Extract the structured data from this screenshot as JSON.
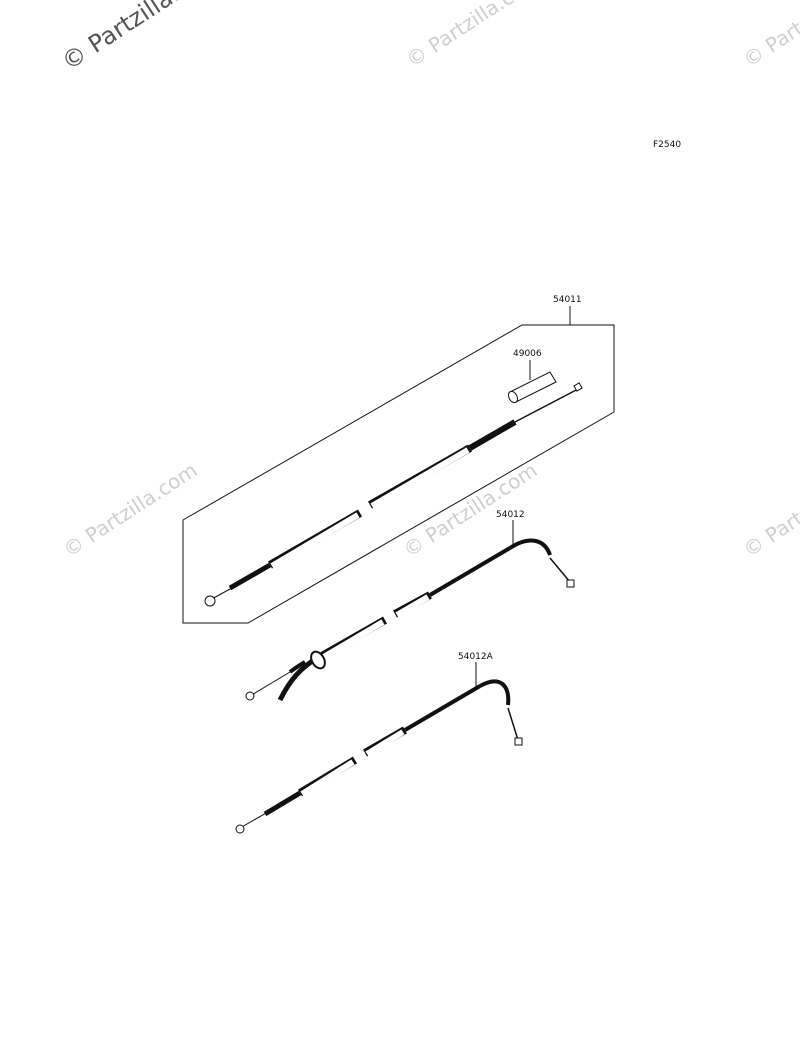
{
  "watermark": {
    "main": "© Partzilla.com",
    "tiles": [
      "© Partzilla.com",
      "© Partzilla.com",
      "© Partzilla.com",
      "© Partzilla.com",
      "© Partzilla.com",
      "© Partzilla.com"
    ]
  },
  "figure_code": "F2540",
  "parts": {
    "p54011": "54011",
    "p49006": "49006",
    "p54012": "54012",
    "p54012A": "54012A"
  }
}
